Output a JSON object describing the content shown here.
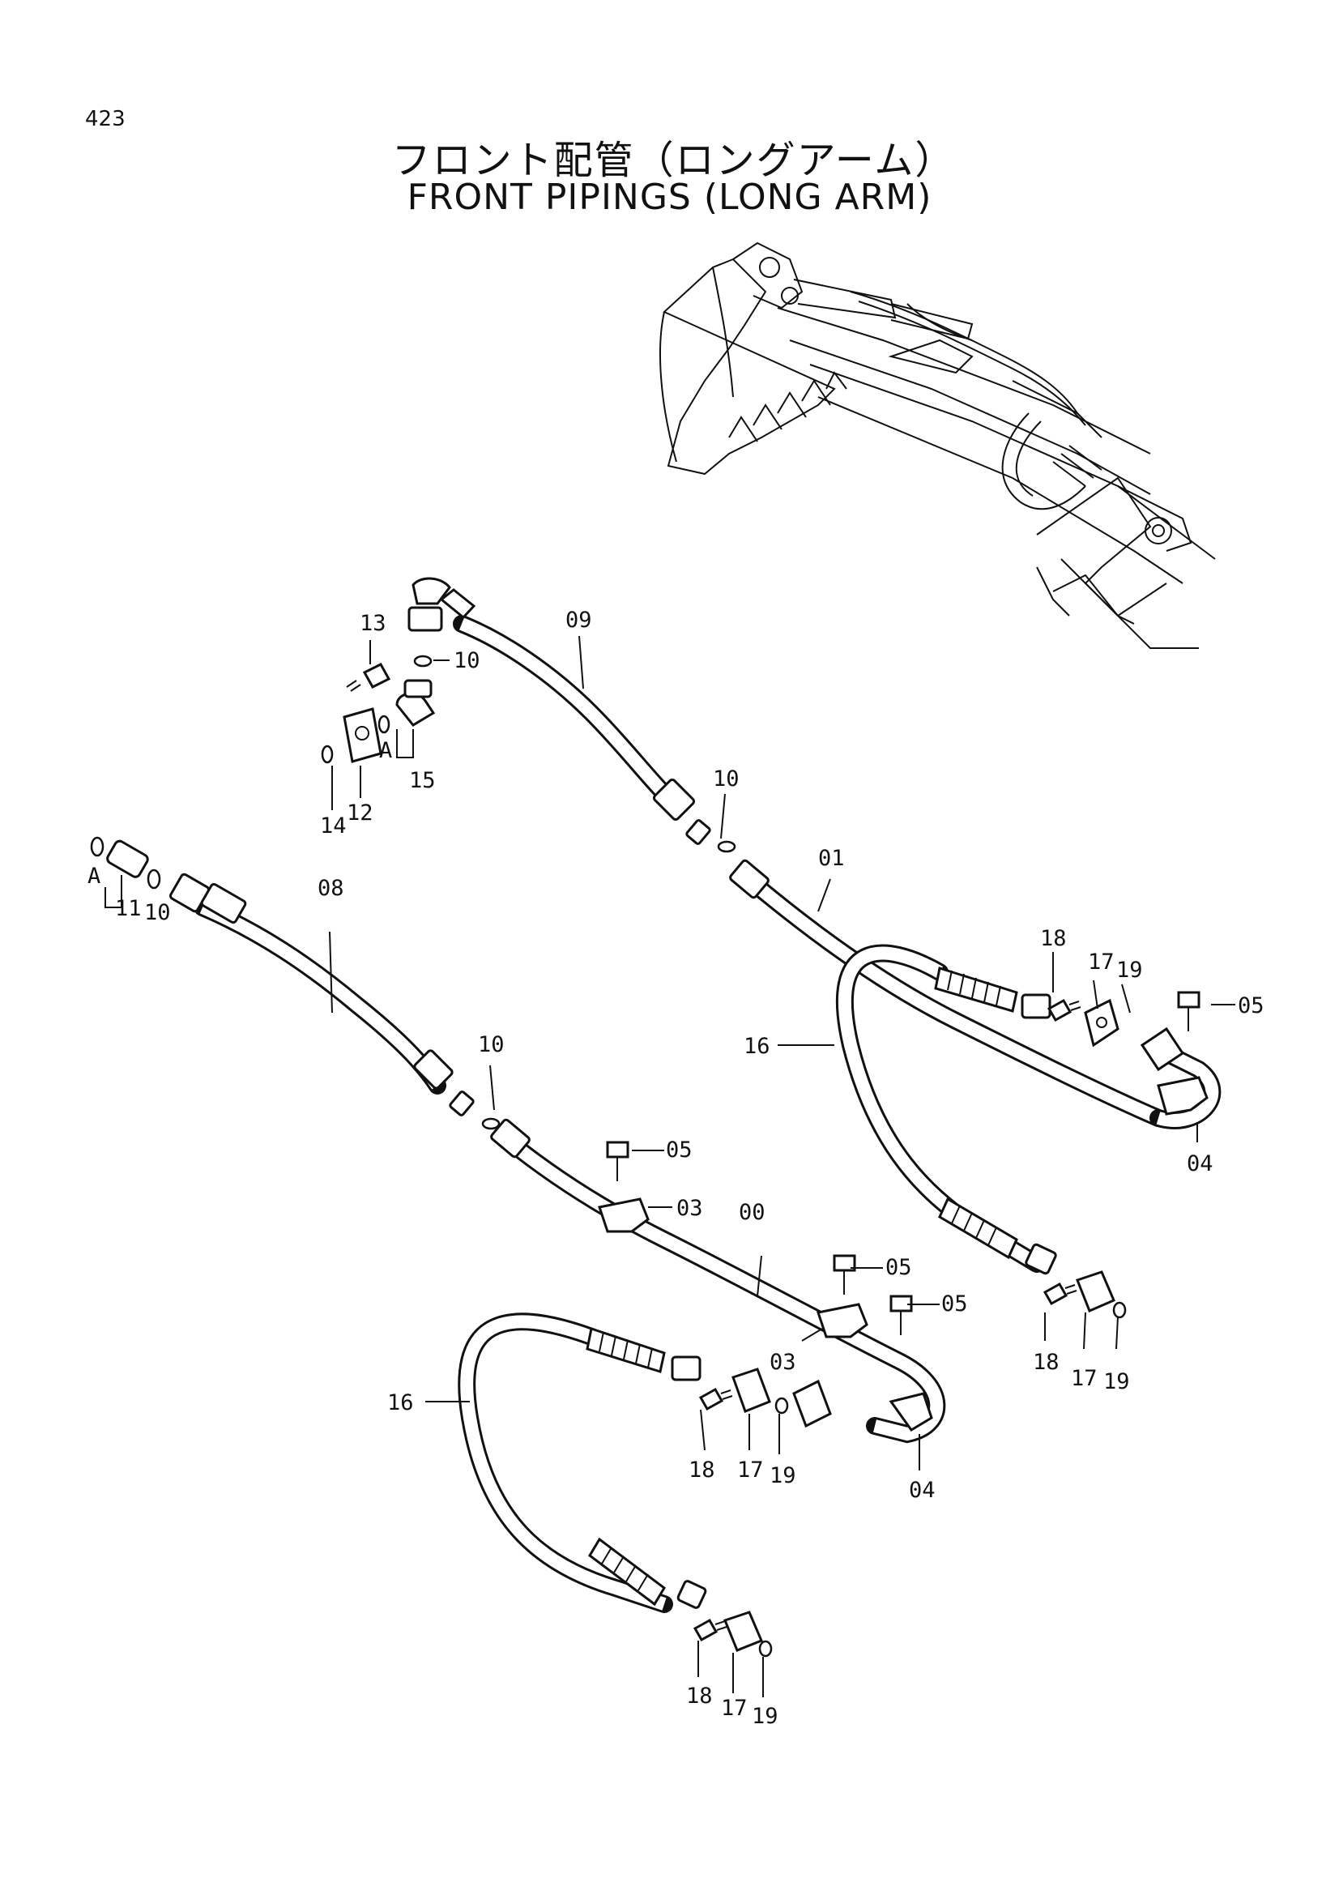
{
  "page_number": "423",
  "title_jp": "フロント配管（ロングアーム）",
  "title_en": "FRONT PIPINGS (LONG ARM)",
  "callouts": {
    "p00": "00",
    "p01": "01",
    "p03a": "03",
    "p03b": "03",
    "p04a": "04",
    "p04b": "04",
    "p05a": "05",
    "p05b": "05",
    "p05c": "05",
    "p05d": "05",
    "p08": "08",
    "p09": "09",
    "p10a": "10",
    "p10b": "10",
    "p10c": "10",
    "p10d": "10",
    "p11": "11",
    "p12": "12",
    "p13": "13",
    "p14": "14",
    "p15": "15",
    "p16a": "16",
    "p16b": "16",
    "p17a": "17",
    "p17b": "17",
    "p17c": "17",
    "p17d": "17",
    "p18a": "18",
    "p18b": "18",
    "p18c": "18",
    "p18d": "18",
    "p19a": "19",
    "p19b": "19",
    "p19c": "19",
    "p19d": "19",
    "markA1": "A",
    "markA2": "A"
  }
}
